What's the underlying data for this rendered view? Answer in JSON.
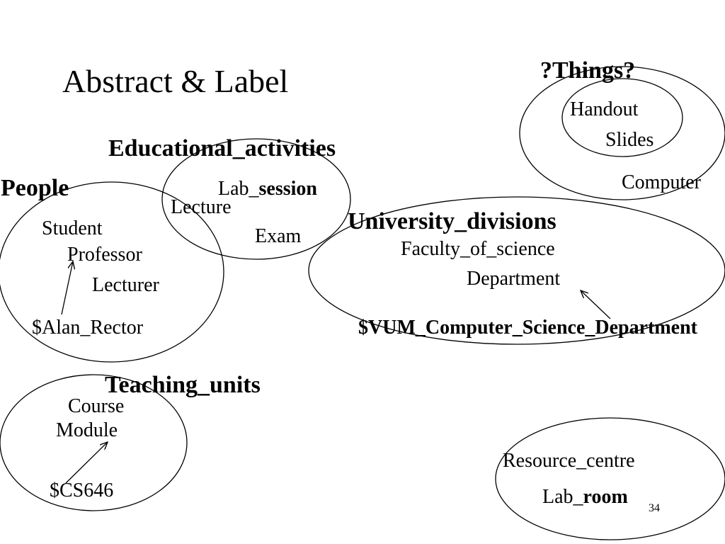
{
  "slide": {
    "title": "Abstract & Label",
    "page_number": "34"
  },
  "groups": {
    "educational_activities": "Educational_activities",
    "people": "People",
    "things": "?Things?",
    "university_divisions": "University_divisions",
    "teaching_units": "Teaching_units"
  },
  "items": {
    "handout": "Handout",
    "slides": "Slides",
    "computer": "Computer",
    "lab_session_prefix": "Lab_",
    "lab_session_bold": "session",
    "lecture": "Lecture",
    "exam": "Exam",
    "student": "Student",
    "professor": "Professor",
    "lecturer": "Lecturer",
    "alan_rector": "$Alan_Rector",
    "faculty_of_science": "Faculty_of_science",
    "department": "Department",
    "vum_department": "$VUM_Computer_Science_Department",
    "course": "Course",
    "module": "Module",
    "cs646": "$CS646",
    "resource_centre": "Resource_centre",
    "lab_room_prefix": "Lab_",
    "lab_room_bold": "room"
  }
}
